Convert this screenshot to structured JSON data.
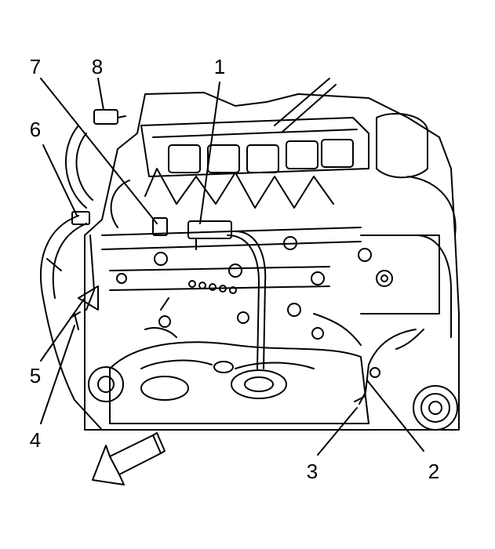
{
  "callouts": [
    {
      "id": "1",
      "label": "1"
    },
    {
      "id": "2",
      "label": "2"
    },
    {
      "id": "3",
      "label": "3"
    },
    {
      "id": "4",
      "label": "4"
    },
    {
      "id": "5",
      "label": "5"
    },
    {
      "id": "6",
      "label": "6"
    },
    {
      "id": "7",
      "label": "7"
    },
    {
      "id": "8",
      "label": "8"
    }
  ],
  "direction_indicator": "arrow-icon"
}
